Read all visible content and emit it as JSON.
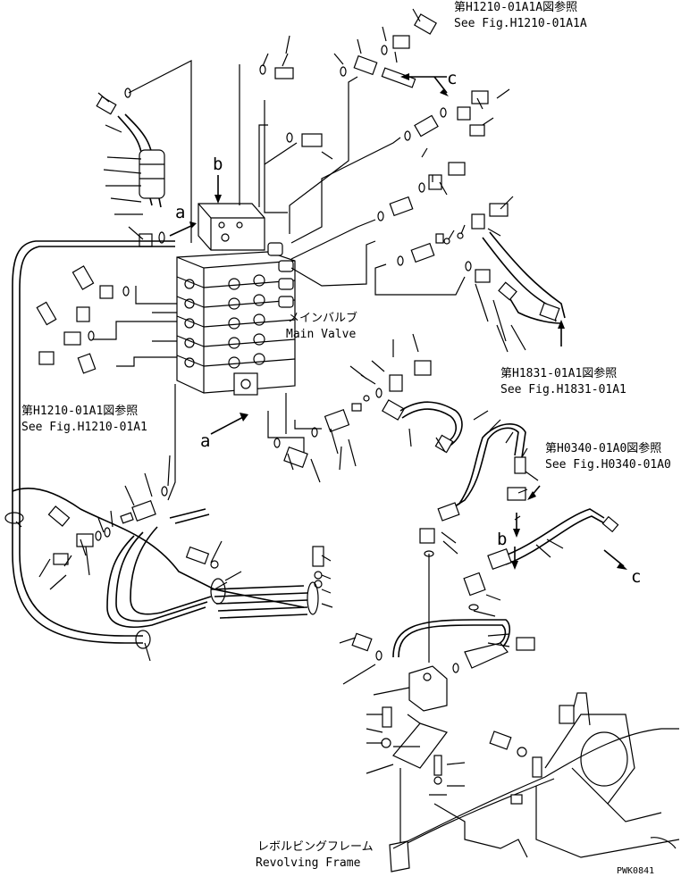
{
  "refs": {
    "fig_a1a_jp": "第H1210-01A1A図参照",
    "fig_a1a_en": "See Fig.H1210-01A1A",
    "fig_a1_jp": "第H1210-01A1図参照",
    "fig_a1_en": "See Fig.H1210-01A1",
    "fig_1831_jp": "第H1831-01A1図参照",
    "fig_1831_en": "See Fig.H1831-01A1",
    "fig_0340_jp": "第H0340-01A0図参照",
    "fig_0340_en": "See Fig.H0340-01A0"
  },
  "labels": {
    "main_valve_jp": "メインバルブ",
    "main_valve_en": "Main Valve",
    "frame_jp": "レボルビングフレーム",
    "frame_en": "Revolving Frame",
    "drawing_code": "PWK0841"
  },
  "callouts": {
    "a": "a",
    "b": "b",
    "c": "c"
  }
}
